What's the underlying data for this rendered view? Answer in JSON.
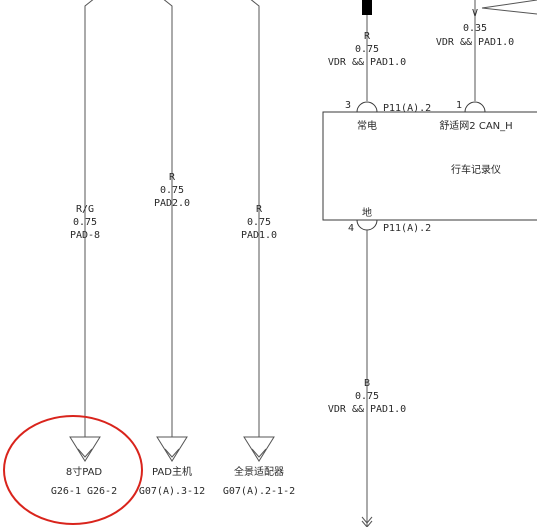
{
  "wires": {
    "pad_rg": {
      "color": "R/G",
      "gauge": "0.75",
      "note": "PAD-8"
    },
    "pad_host": {
      "color": "R",
      "gauge": "0.75",
      "note": "PAD2.0"
    },
    "surround": {
      "color": "R",
      "gauge": "0.75",
      "note": "PAD1.0"
    },
    "recorder_power": {
      "color": "R",
      "gauge": "0.75",
      "note": "VDR && PAD1.0"
    },
    "recorder_can": {
      "color": "V",
      "gauge": "0.35",
      "note": "VDR && PAD1.0"
    },
    "recorder_ground": {
      "color": "B",
      "gauge": "0.75",
      "note": "VDR && PAD1.0"
    }
  },
  "module": {
    "name": "行车记录仪",
    "pins": [
      {
        "num": "3",
        "connector": "P11(A).2",
        "label": "常电"
      },
      {
        "num": "1",
        "connector": "",
        "label": "舒适网2 CAN_H"
      },
      {
        "num": "4",
        "connector": "P11(A).2",
        "label": "地"
      }
    ]
  },
  "grounds": [
    {
      "name": "8寸PAD",
      "code": "G26-1 G26-2"
    },
    {
      "name": "PAD主机",
      "code": "G07(A).3-12"
    },
    {
      "name": "全景适配器",
      "code": "G07(A).2-1-2"
    }
  ],
  "colors": {
    "wire": "#555555",
    "highlight": "#d9241c",
    "text": "#2a2a2a",
    "fuse": "#000000"
  }
}
